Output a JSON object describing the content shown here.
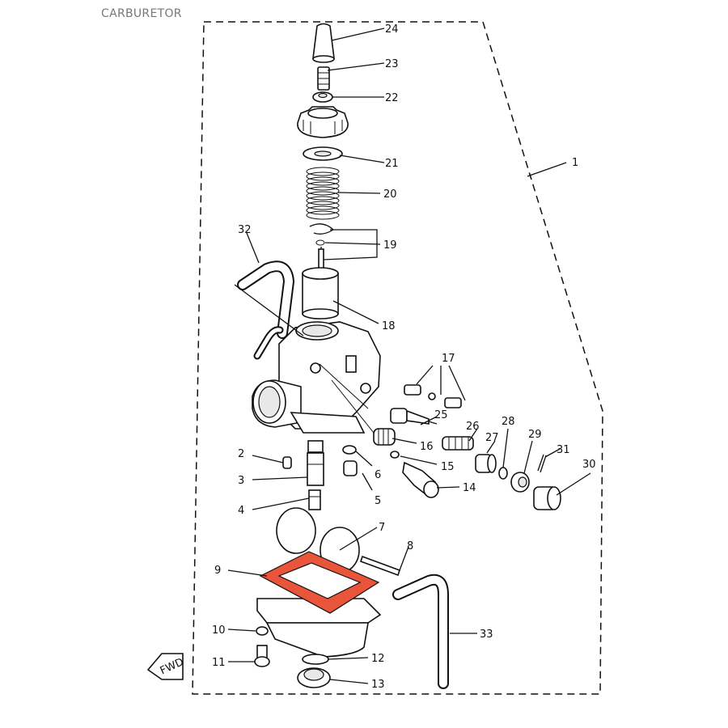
{
  "header": {
    "title": "CARBURETOR"
  },
  "colors": {
    "highlight": "#e8553a",
    "line": "#111111",
    "title": "#777777"
  },
  "parts": [
    {
      "id": "1",
      "label": "1"
    },
    {
      "id": "2",
      "label": "2"
    },
    {
      "id": "3",
      "label": "3"
    },
    {
      "id": "4",
      "label": "4"
    },
    {
      "id": "5",
      "label": "5"
    },
    {
      "id": "6",
      "label": "6"
    },
    {
      "id": "7",
      "label": "7"
    },
    {
      "id": "8",
      "label": "8"
    },
    {
      "id": "9",
      "label": "9",
      "highlighted": true
    },
    {
      "id": "10",
      "label": "10"
    },
    {
      "id": "11",
      "label": "11"
    },
    {
      "id": "12",
      "label": "12"
    },
    {
      "id": "13",
      "label": "13"
    },
    {
      "id": "14",
      "label": "14"
    },
    {
      "id": "15",
      "label": "15"
    },
    {
      "id": "16",
      "label": "16"
    },
    {
      "id": "17",
      "label": "17"
    },
    {
      "id": "18",
      "label": "18"
    },
    {
      "id": "19",
      "label": "19"
    },
    {
      "id": "20",
      "label": "20"
    },
    {
      "id": "21",
      "label": "21"
    },
    {
      "id": "22",
      "label": "22"
    },
    {
      "id": "23",
      "label": "23"
    },
    {
      "id": "24",
      "label": "24"
    },
    {
      "id": "25",
      "label": "25"
    },
    {
      "id": "26",
      "label": "26"
    },
    {
      "id": "27",
      "label": "27"
    },
    {
      "id": "28",
      "label": "28"
    },
    {
      "id": "29",
      "label": "29"
    },
    {
      "id": "30",
      "label": "30"
    },
    {
      "id": "31",
      "label": "31"
    },
    {
      "id": "32",
      "label": "32"
    },
    {
      "id": "33",
      "label": "33"
    }
  ],
  "fwd_badge": {
    "text": "FWD"
  }
}
